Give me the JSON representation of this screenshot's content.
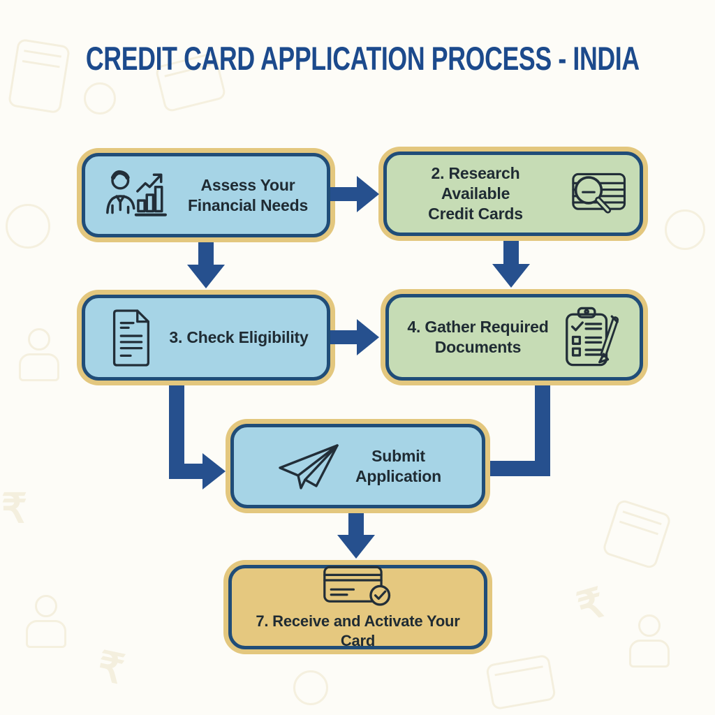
{
  "title": "CREDIT CARD APPLICATION PROCESS - INDIA",
  "colors": {
    "title": "#1c4a8c",
    "arrow": "#26508e",
    "box_border": "#204d78",
    "gold_ring": "#e3c77e",
    "blue_box_fill": "#a6d4e6",
    "green_box_fill": "#c6dcb5",
    "tan_box_fill": "#e5c87f",
    "background": "#fdfcf7",
    "text": "#1f2b33"
  },
  "steps": [
    {
      "id": "assess",
      "label": "Assess Your Financial Needs",
      "lines": [
        "Assess Your",
        "Financial Needs"
      ],
      "icon": "person-chart-icon",
      "fill": "blue"
    },
    {
      "id": "research",
      "label": "2. Research Available Credit Cards",
      "lines": [
        "2. Research Available",
        "Credit Cards"
      ],
      "icon": "card-magnifier-icon",
      "fill": "green"
    },
    {
      "id": "eligibility",
      "label": "3. Check Eligibility",
      "lines": [
        "3. Check Eligibility"
      ],
      "icon": "document-icon",
      "fill": "blue"
    },
    {
      "id": "documents",
      "label": "4. Gather Required Documents",
      "lines": [
        "4. Gather Required",
        "Documents"
      ],
      "icon": "clipboard-checklist-icon",
      "fill": "green"
    },
    {
      "id": "submit",
      "label": "Submit Application",
      "lines": [
        "Submit",
        "Application"
      ],
      "icon": "paper-plane-icon",
      "fill": "blue"
    },
    {
      "id": "receive",
      "label": "7. Receive and Activate Your Card",
      "lines": [
        "7. Receive and Activate Your Card"
      ],
      "icon": "card-check-icon",
      "fill": "tan"
    }
  ],
  "flow": [
    {
      "from": "assess",
      "to": "research",
      "shape": "right-arrow"
    },
    {
      "from": "assess",
      "to": "eligibility",
      "shape": "down-arrow"
    },
    {
      "from": "research",
      "to": "documents",
      "shape": "down-arrow"
    },
    {
      "from": "eligibility",
      "to": "documents",
      "shape": "right-arrow"
    },
    {
      "from": "eligibility",
      "to": "submit",
      "shape": "elbow-down-right-arrow"
    },
    {
      "from": "documents",
      "to": "submit",
      "shape": "elbow-down-left"
    },
    {
      "from": "submit",
      "to": "receive",
      "shape": "down-arrow"
    }
  ]
}
